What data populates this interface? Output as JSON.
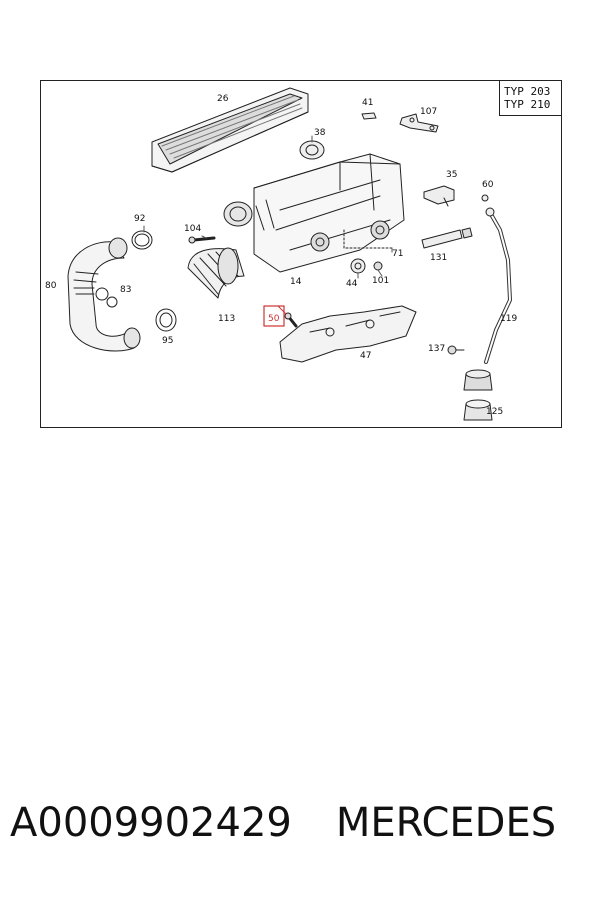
{
  "diagram": {
    "type_labels": [
      "TYP 203",
      "TYP 210"
    ],
    "part_labels": {
      "p26": "26",
      "p41": "41",
      "p107": "107",
      "p38": "38",
      "p35": "35",
      "p60": "60",
      "p92": "92",
      "p104": "104",
      "p80": "80",
      "p83": "83",
      "p71": "71",
      "p131": "131",
      "p14": "14",
      "p44": "44",
      "p101": "101",
      "p113": "113",
      "p50": "50",
      "p119": "119",
      "p95": "95",
      "p47": "47",
      "p137": "137",
      "p125": "125"
    },
    "highlighted_part": "50",
    "highlight_color": "#cc3333"
  },
  "caption": {
    "part_number": "A0009902429",
    "brand": "MERCEDES"
  }
}
